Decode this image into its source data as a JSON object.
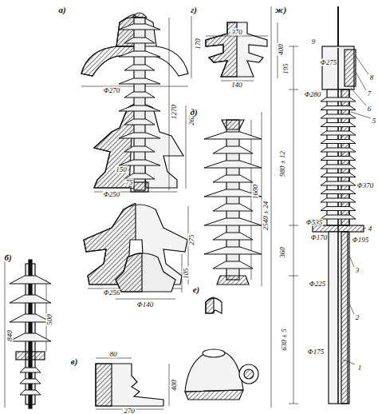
{
  "diagram": {
    "labels": [
      "а)",
      "170",
      "Φ270",
      "262",
      "Φ250",
      "275",
      "Φ256",
      "1270",
      "150",
      "75",
      "105",
      "Φ140",
      "б)",
      "840",
      "500",
      "в)",
      "80",
      "400",
      "270",
      "г)",
      "370",
      "400",
      "140",
      "д)",
      "1600",
      "2540 ± 24",
      "е)",
      "ж)",
      "9",
      "Φ275",
      "8",
      "7",
      "6",
      "195",
      "Φ280",
      "5",
      "980 ± 12",
      "Φ370",
      "4",
      "Φ535",
      "Φ170",
      "Φ195",
      "360",
      "3",
      "Φ225",
      "630 ± 5",
      "2",
      "Φ175",
      "1"
    ]
  }
}
